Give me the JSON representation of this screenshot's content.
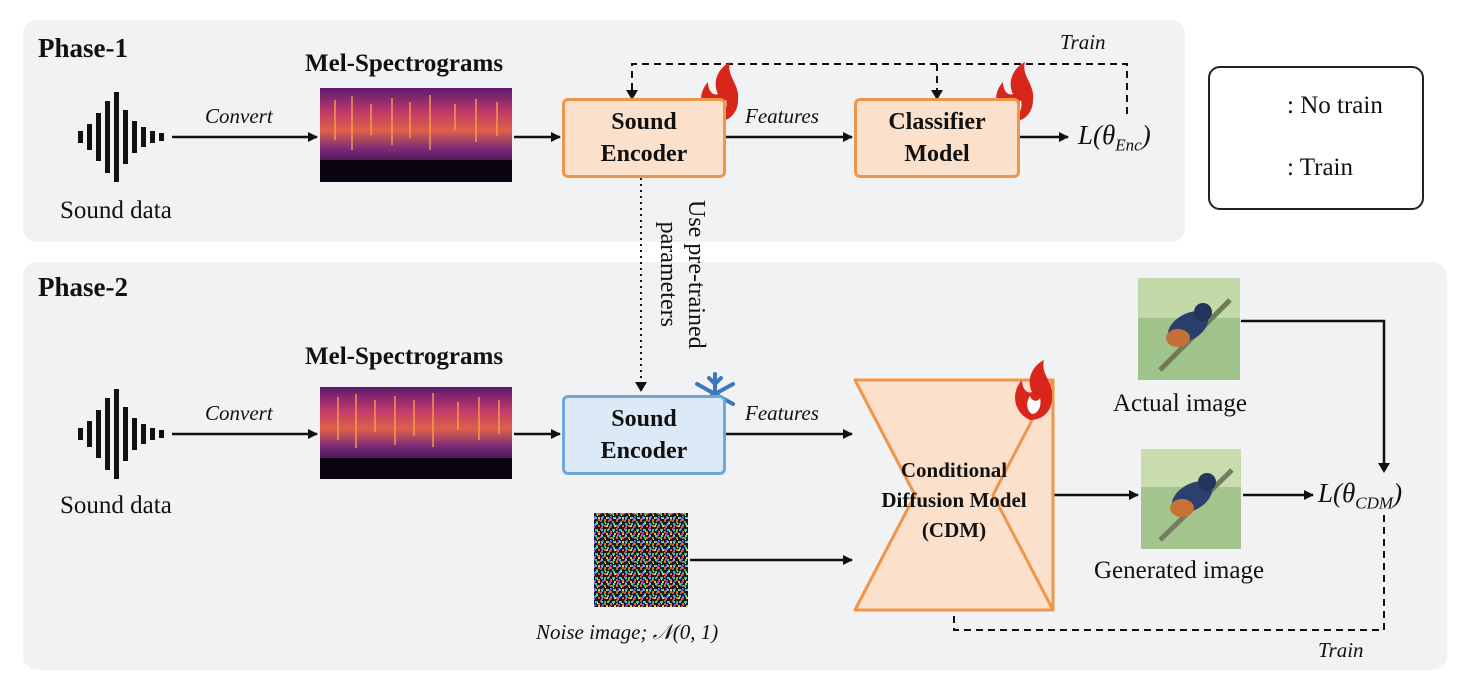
{
  "phase1": {
    "title": "Phase-1",
    "sound_label": "Sound data",
    "convert_label": "Convert",
    "spectrogram_title": "Mel-Spectrograms",
    "encoder_line1": "Sound",
    "encoder_line2": "Encoder",
    "features_label": "Features",
    "classifier_line1": "Classifier",
    "classifier_line2": "Model",
    "loss_label": "L(θ",
    "loss_sub": "Enc",
    "loss_close": ")",
    "train_label": "Train"
  },
  "transfer_label_line1": "Use pre-trained",
  "transfer_label_line2": "parameters",
  "phase2": {
    "title": "Phase-2",
    "sound_label": "Sound data",
    "convert_label": "Convert",
    "spectrogram_title": "Mel-Spectrograms",
    "encoder_line1": "Sound",
    "encoder_line2": "Encoder",
    "features_label": "Features",
    "cdm_line1": "Conditional",
    "cdm_line2": "Diffusion Model",
    "cdm_line3": "(CDM)",
    "noise_label": "Noise image; 𝒩(0, 1)",
    "actual_label": "Actual image",
    "generated_label": "Generated image",
    "loss_label": "L(θ",
    "loss_sub": "CDM",
    "loss_close": ")",
    "train_label": "Train"
  },
  "legend": {
    "no_train_label": ": No train",
    "train_label": ": Train"
  },
  "colors": {
    "orange_fill": "#fbe0cc",
    "orange_border": "#f0964a",
    "blue_fill": "#dce9f6",
    "blue_border": "#6ea7da",
    "flame": "#d9261c",
    "snowflake": "#3c78c0",
    "panel": "#f1f2f4"
  }
}
